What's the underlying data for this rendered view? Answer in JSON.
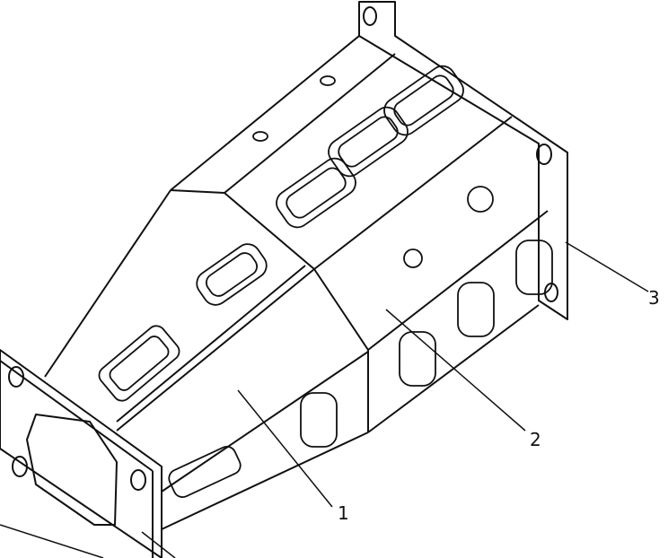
{
  "figure": {
    "labels": [
      {
        "id": "1",
        "text": "1"
      },
      {
        "id": "2",
        "text": "2"
      },
      {
        "id": "3",
        "text": "3"
      }
    ],
    "stroke_color": "#111111"
  }
}
